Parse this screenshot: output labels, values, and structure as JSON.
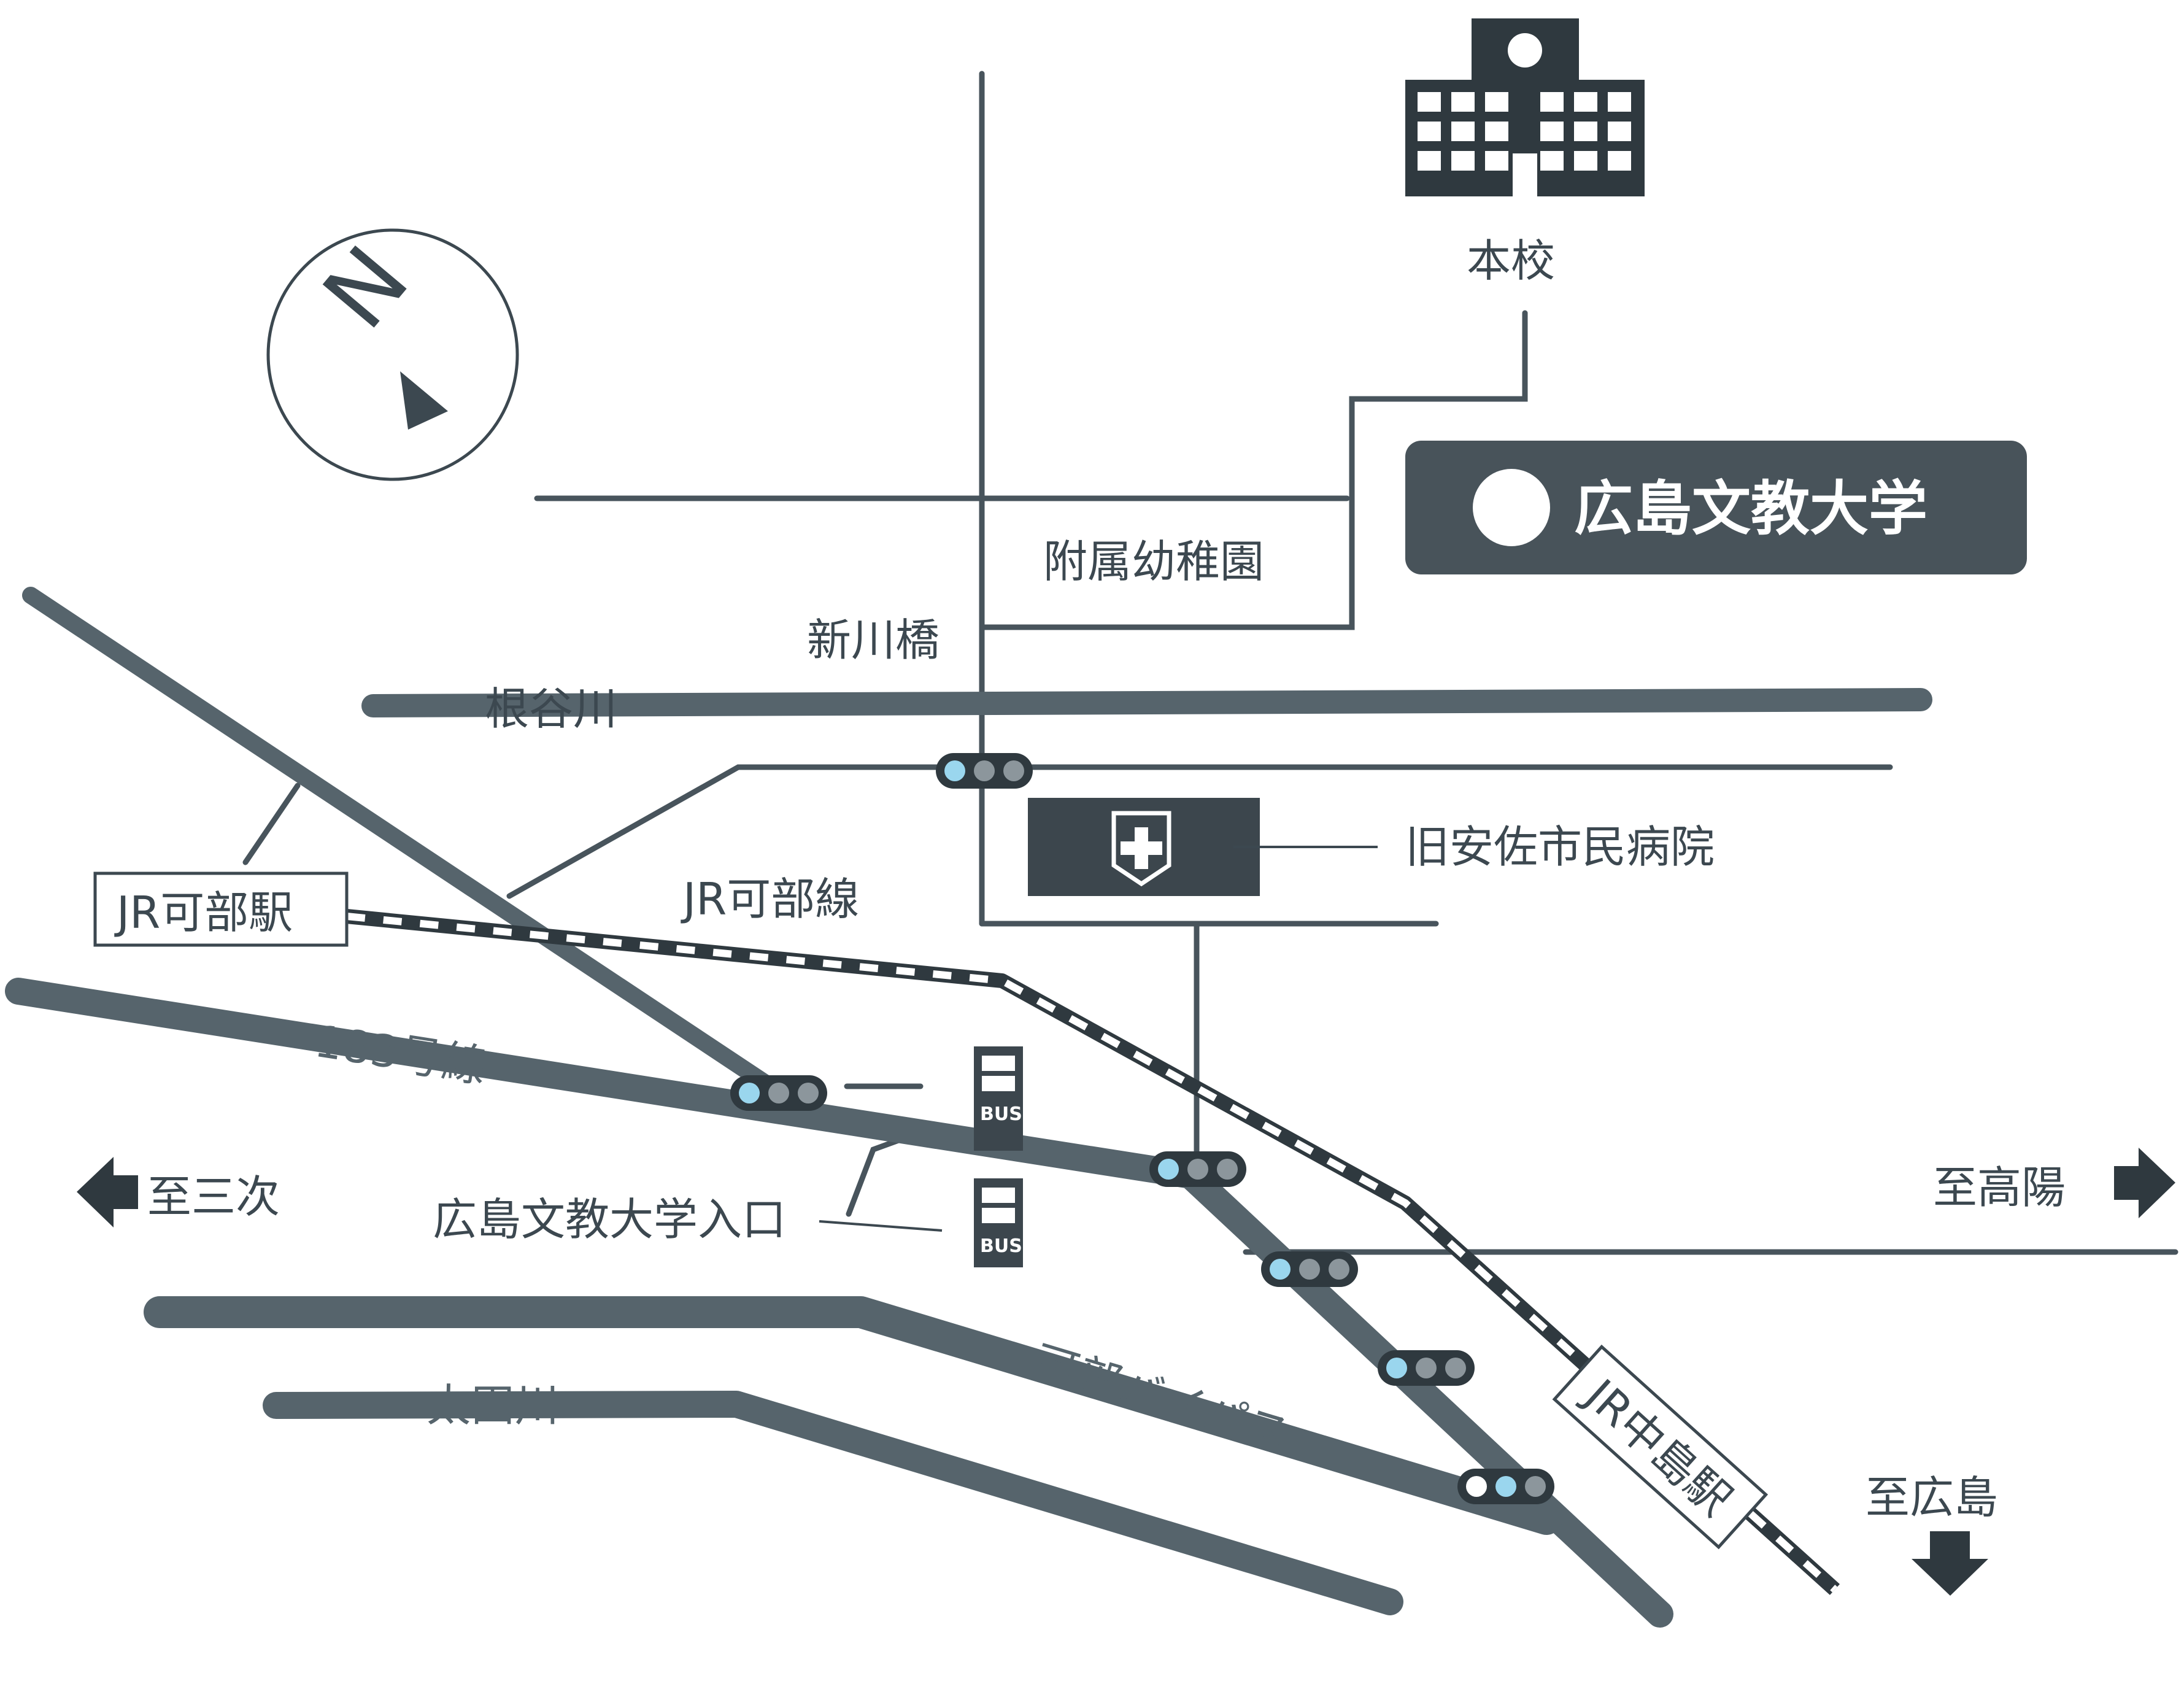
{
  "map": {
    "title": "広島文教大学",
    "compass_letter": "N",
    "labels": {
      "main_campus": "本校",
      "kindergarten": "附属幼稚園",
      "bridge": "新川橋",
      "river_negaya": "根谷川",
      "hospital": "旧安佐市民病院",
      "rail_line": "JR可部線",
      "station_kabe": "JR可部駅",
      "route_183": "183号線",
      "to_miyoshi": "至三次",
      "to_takaya": "至高陽",
      "bus_stop": "広島文教大学入口",
      "bypass": "可部バイパス",
      "river_ota": "太田川",
      "station_nakashima": "JR中島駅",
      "to_hiroshima": "至広島"
    },
    "bus_label": "BUS",
    "colors": {
      "road": "#56646c",
      "line": "#48545c",
      "badge_bg": "#48535a",
      "signal_blue": "#9ad6ee",
      "signal_grey": "#8c969c"
    }
  }
}
